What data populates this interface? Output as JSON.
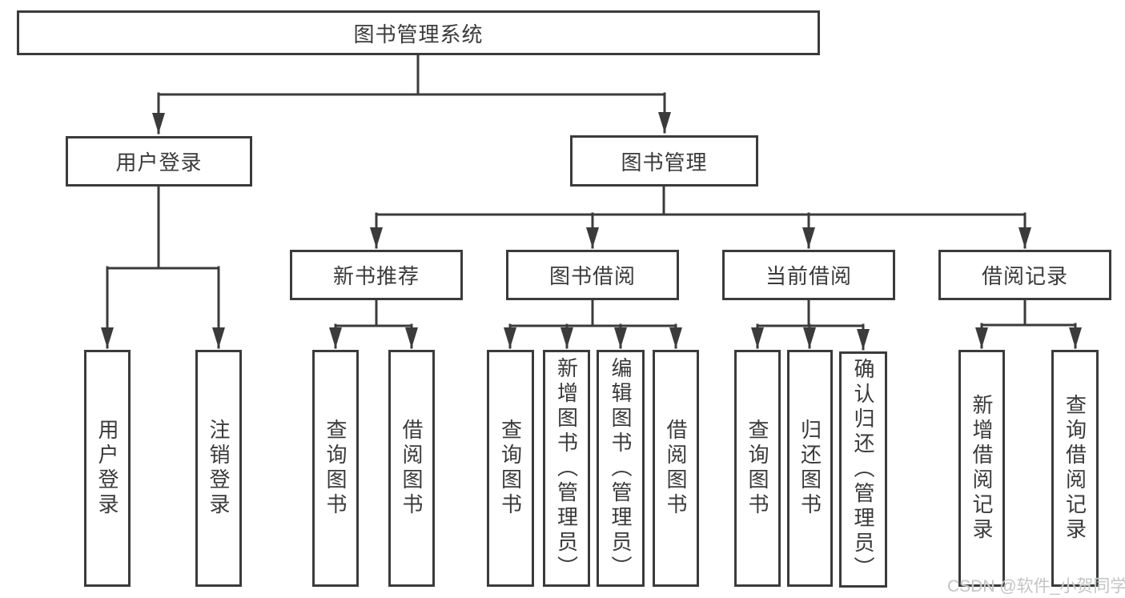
{
  "diagram_type": "function-structure-tree",
  "colors": {
    "line": "#3b3b3b",
    "box_border": "#3b3b3b",
    "box_fill": "#ffffff",
    "text": "#3a3a3a",
    "watermark": "#c2c4c6",
    "background": "#ffffff"
  },
  "tree": {
    "label": "图书管理系统",
    "children": [
      {
        "label": "用户登录",
        "children": [
          {
            "label": "用户登录"
          },
          {
            "label": "注销登录"
          }
        ]
      },
      {
        "label": "图书管理",
        "children": [
          {
            "label": "新书推荐",
            "children": [
              {
                "label": "查询图书"
              },
              {
                "label": "借阅图书"
              }
            ]
          },
          {
            "label": "图书借阅",
            "children": [
              {
                "label": "查询图书"
              },
              {
                "label": "新增图书（管理员）"
              },
              {
                "label": "编辑图书（管理员）"
              },
              {
                "label": "借阅图书"
              }
            ]
          },
          {
            "label": "当前借阅",
            "children": [
              {
                "label": "查询图书"
              },
              {
                "label": "归还图书"
              },
              {
                "label": "确认归还（管理员）"
              }
            ]
          },
          {
            "label": "借阅记录",
            "children": [
              {
                "label": "新增借阅记录"
              },
              {
                "label": "查询借阅记录"
              }
            ]
          }
        ]
      }
    ]
  },
  "watermark": "CSDN @软件_小贺同学"
}
